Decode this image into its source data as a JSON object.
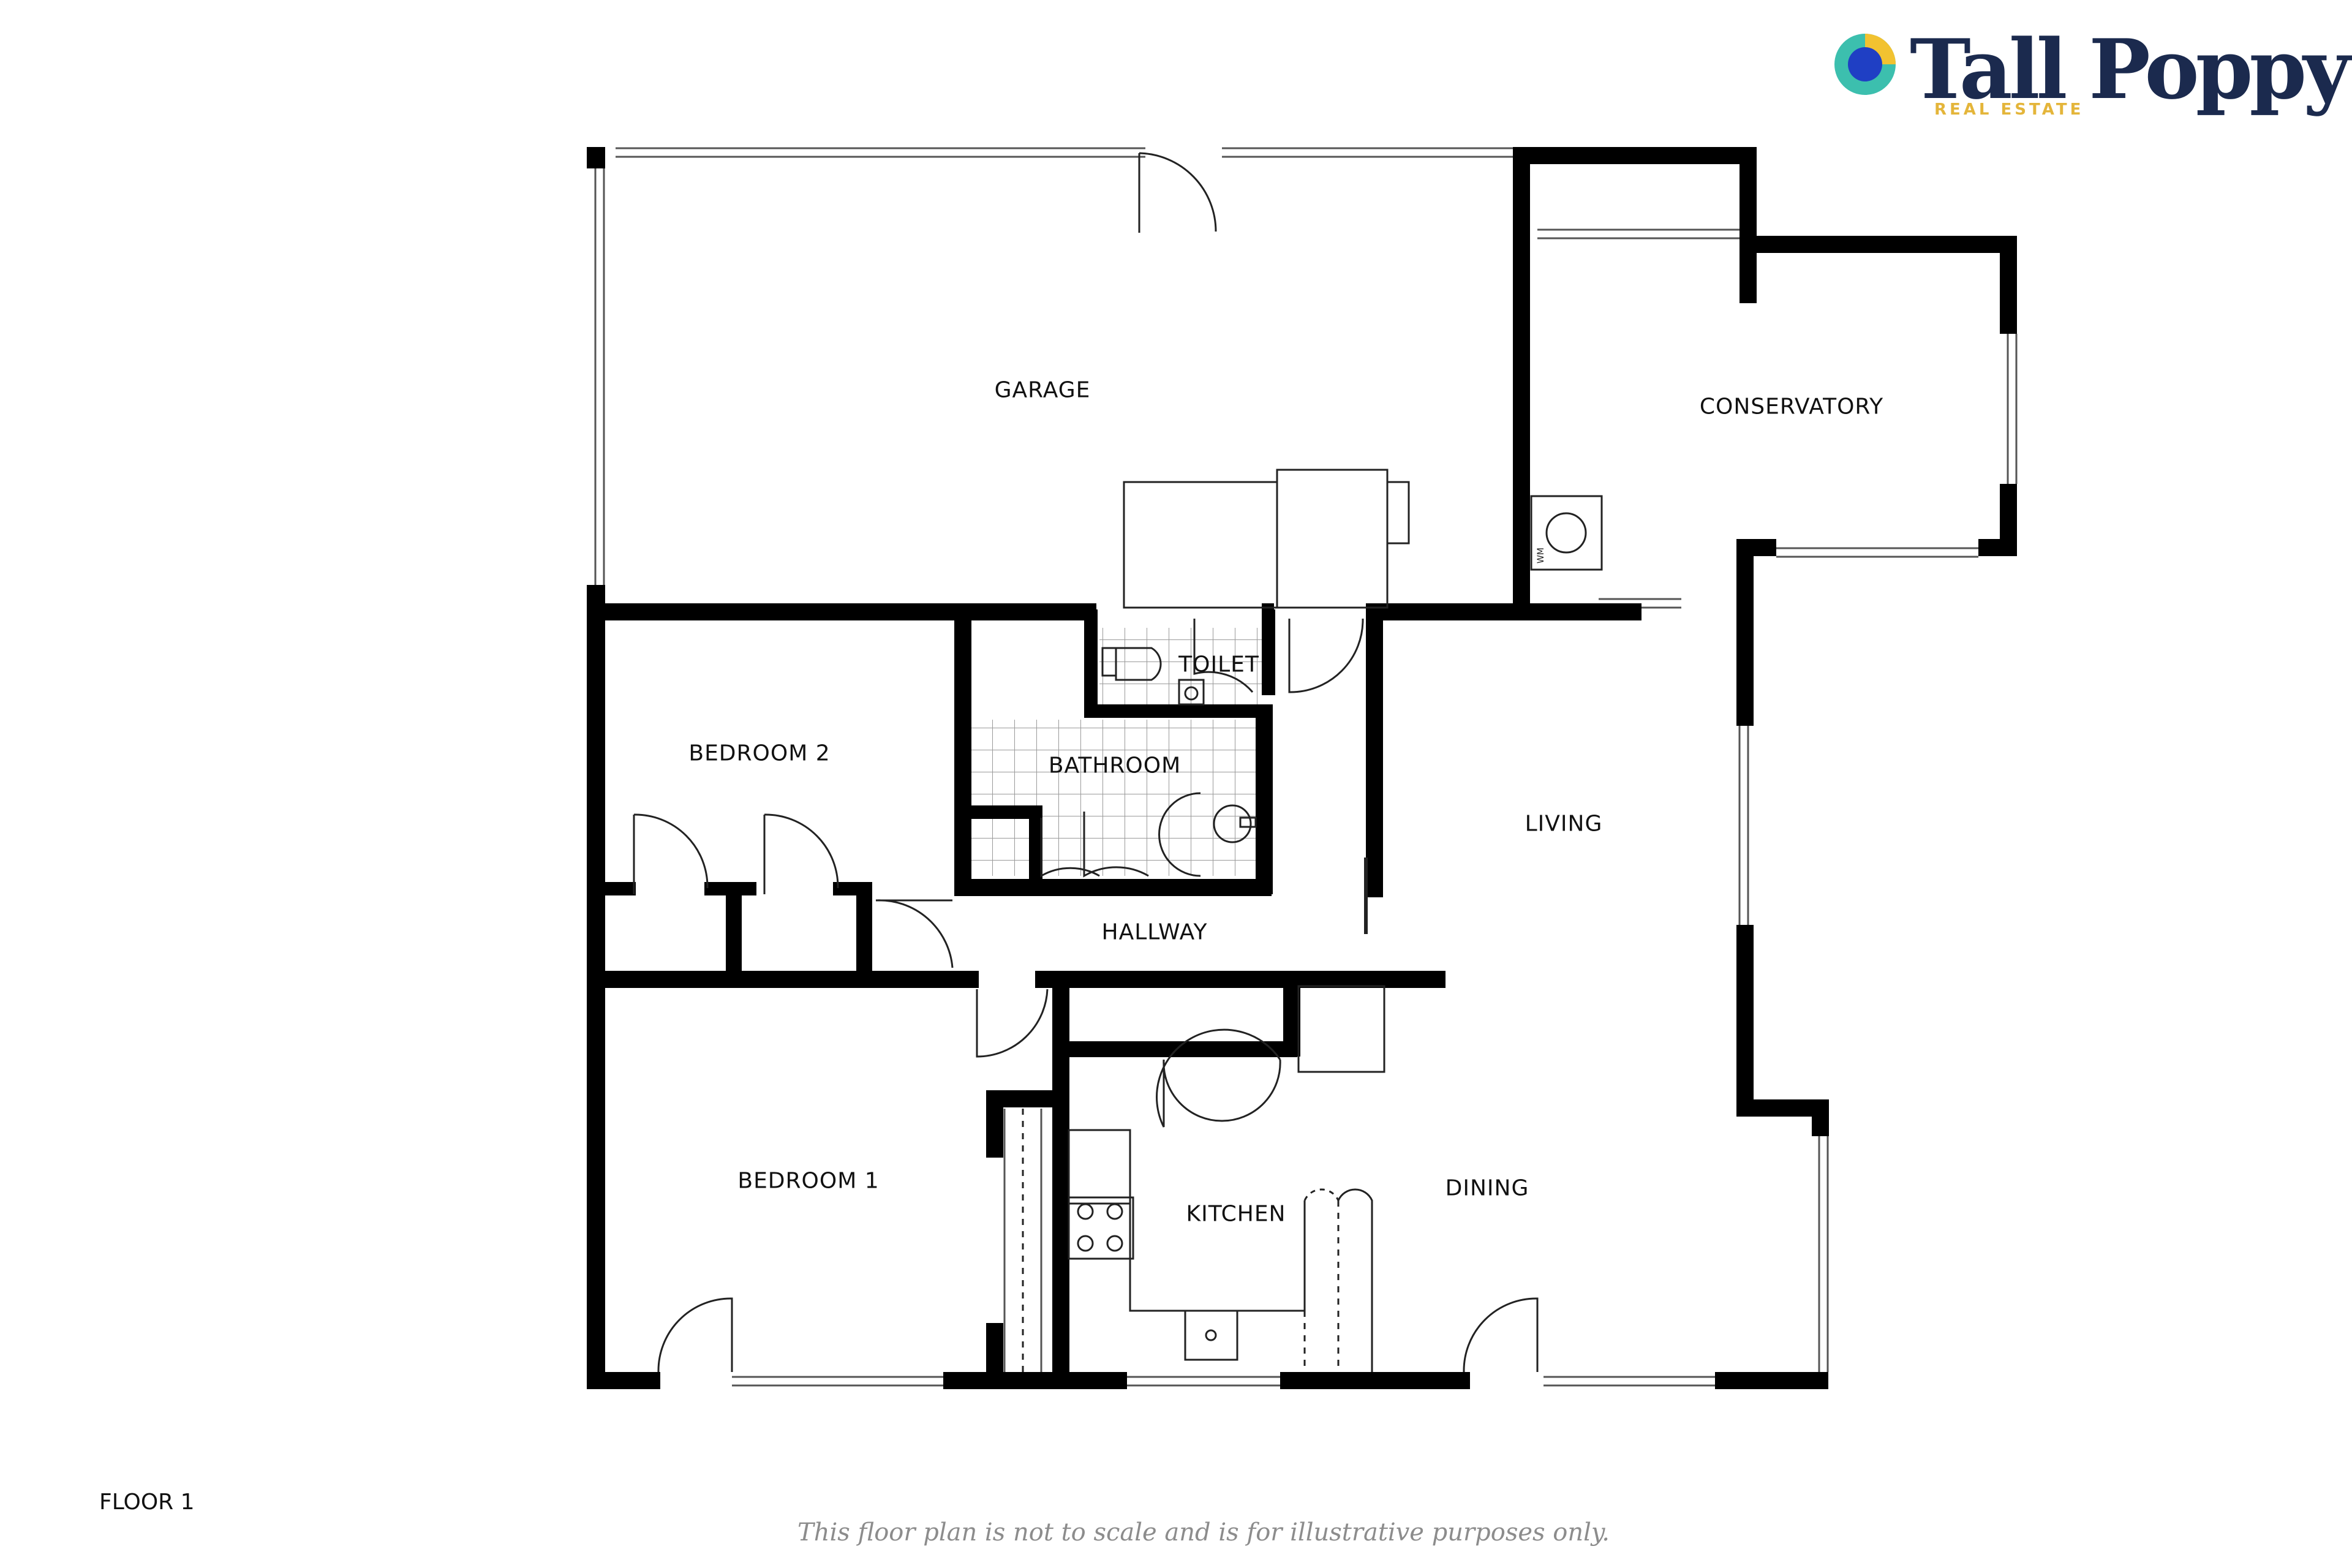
{
  "brand": {
    "name": "Tall Poppy",
    "tagline": "REAL ESTATE",
    "name_color": "#1b2a4e",
    "tagline_color": "#e4b53a",
    "mark_colors": [
      "#f2c230",
      "#3cbfae",
      "#1f3fc4"
    ]
  },
  "plan": {
    "floor": "FLOOR 1",
    "disclaimer": "This floor plan is not to scale and is for illustrative purposes only.",
    "wall_color": "#000000",
    "rooms": {
      "garage": "GARAGE",
      "conservatory": "CONSERVATORY",
      "toilet": "TOILET",
      "bathroom": "BATHROOM",
      "bedroom2": "BEDROOM 2",
      "living": "LIVING",
      "hallway": "HALLWAY",
      "bedroom1": "BEDROOM 1",
      "kitchen": "KITCHEN",
      "dining": "DINING"
    },
    "fixture_labels": {
      "washing_machine": "WM"
    }
  }
}
